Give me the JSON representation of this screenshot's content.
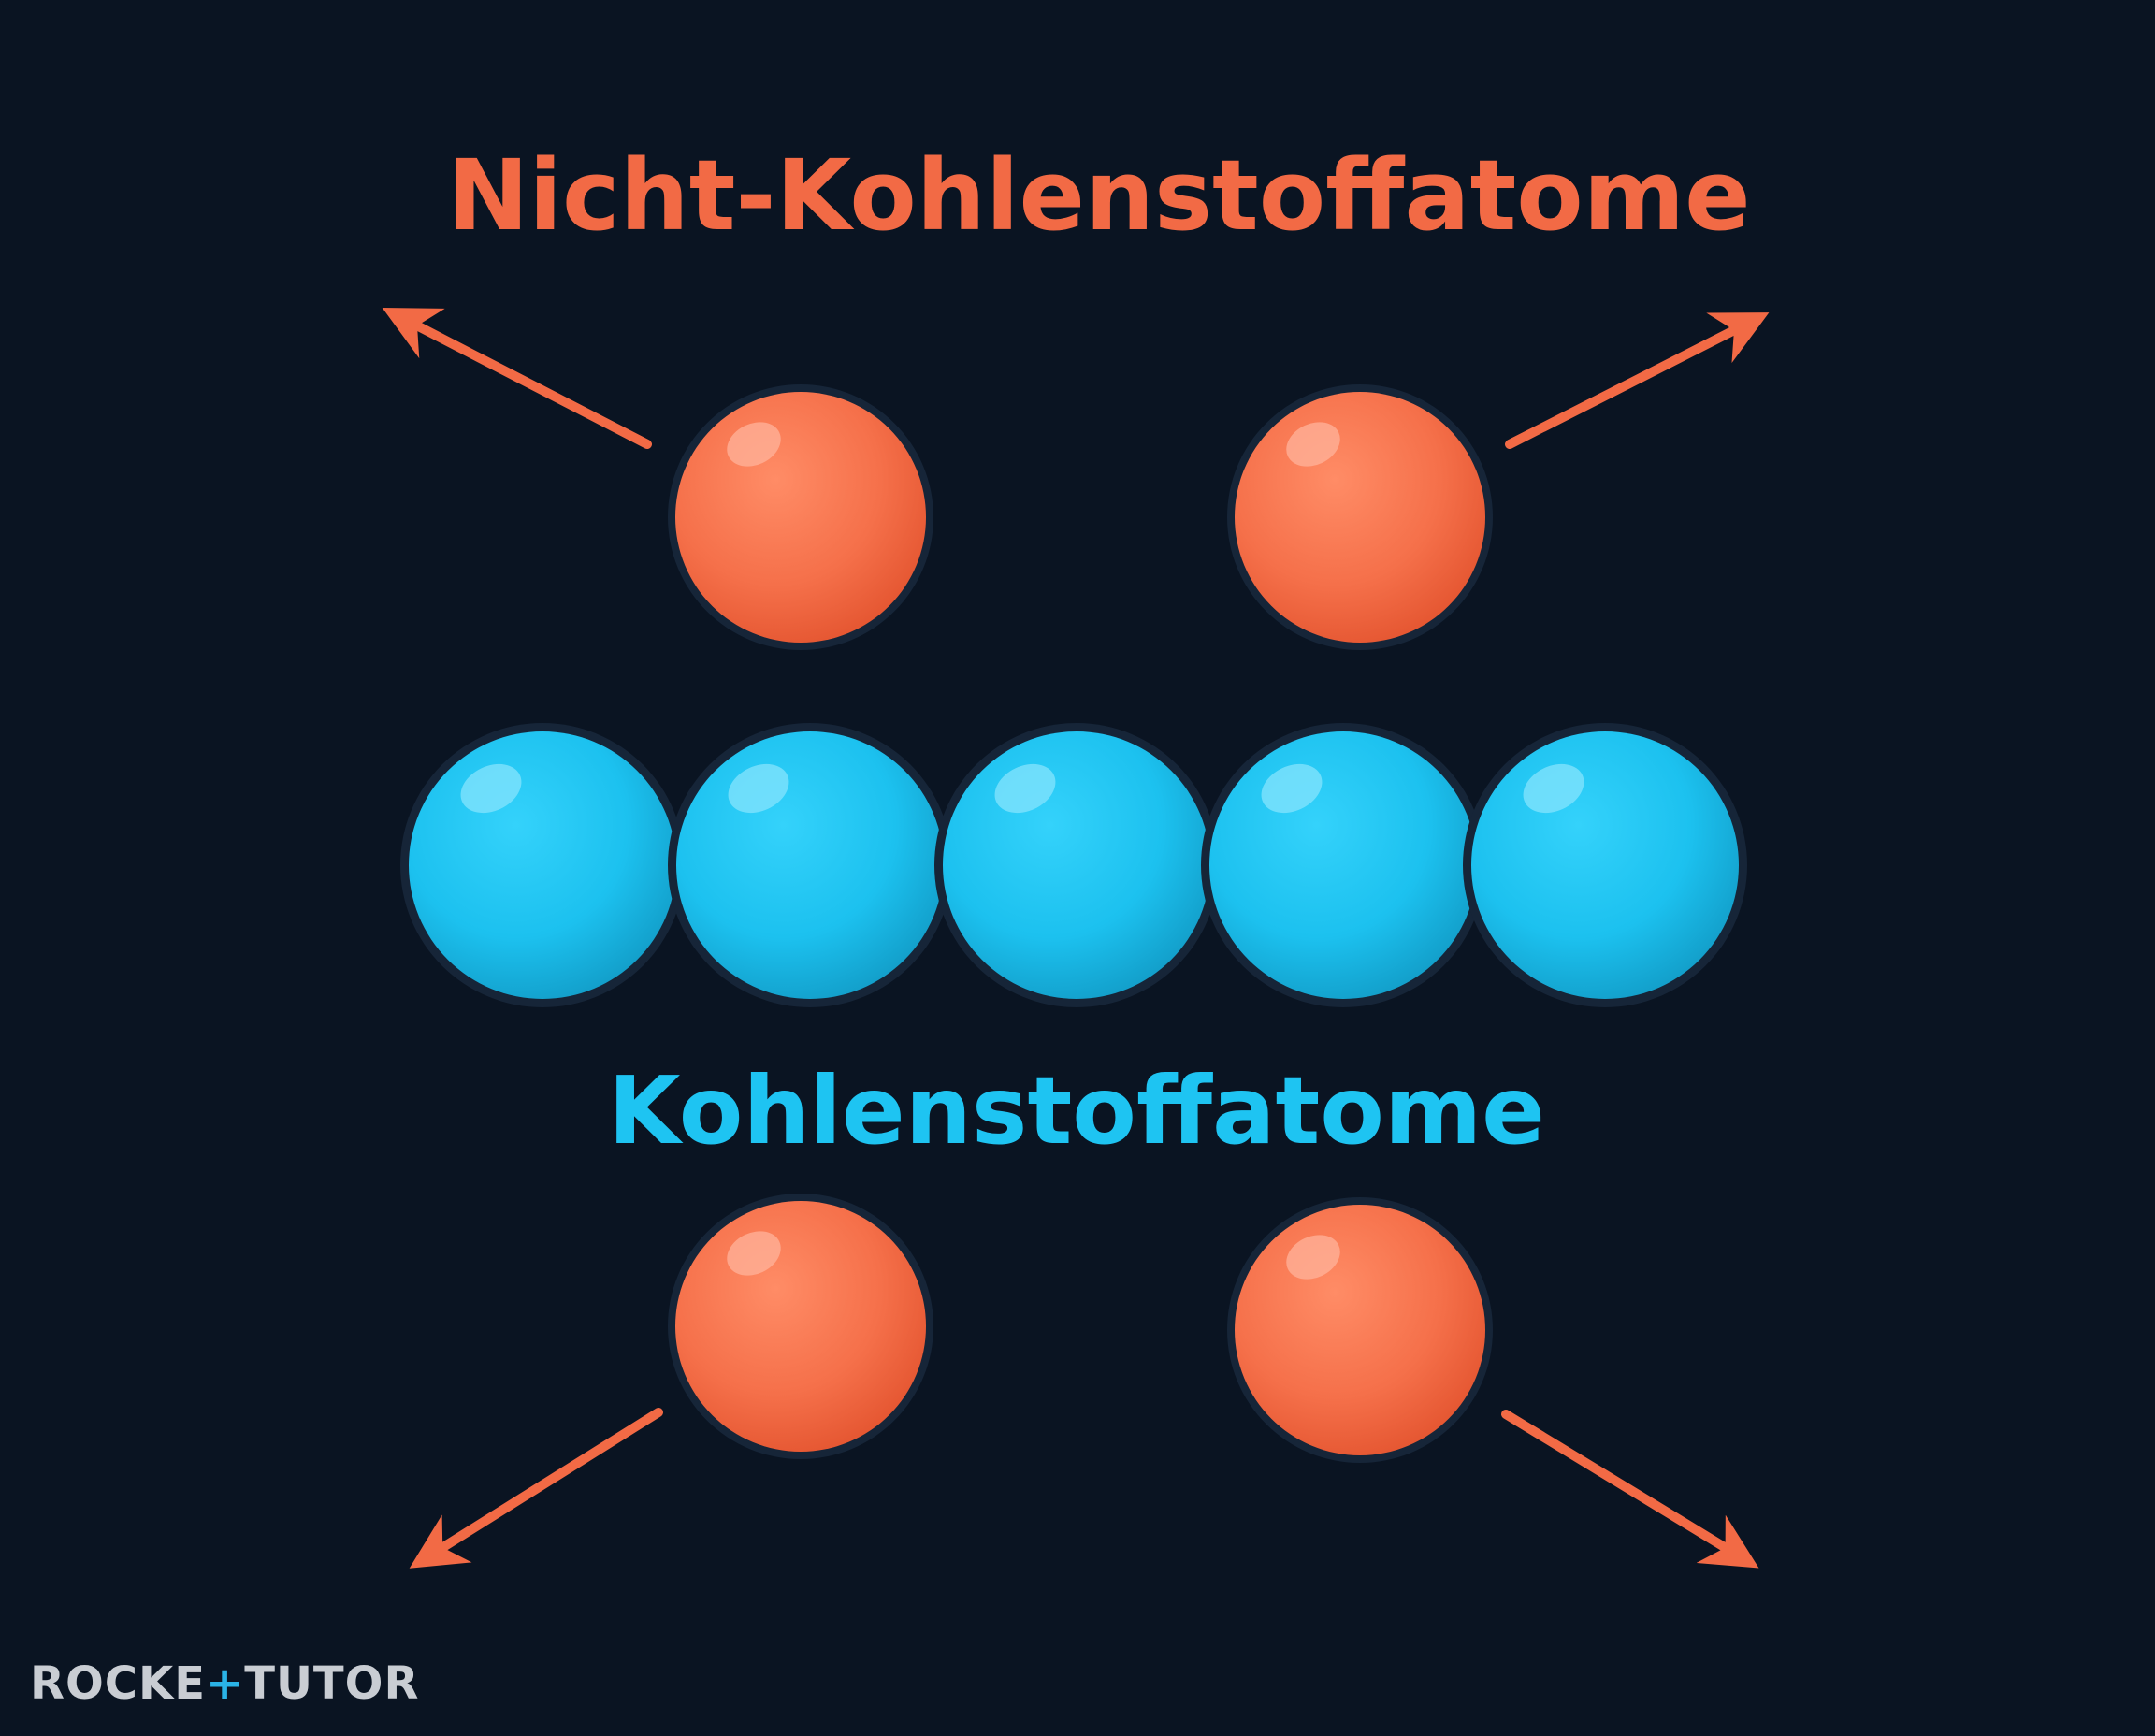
{
  "title": "Nicht-Kohlenstoffatome",
  "chain_label": "Kohlenstoffatome",
  "logo": {
    "part1": "ROCKE",
    "plus": "+",
    "part2": "TUTOR"
  },
  "colors": {
    "background": "#0a1422",
    "non_carbon": "#f26a45",
    "carbon": "#1ec4f2",
    "arrow": "#f26a45",
    "title": "#f26a45",
    "chain_label": "#1ec4f2"
  }
}
